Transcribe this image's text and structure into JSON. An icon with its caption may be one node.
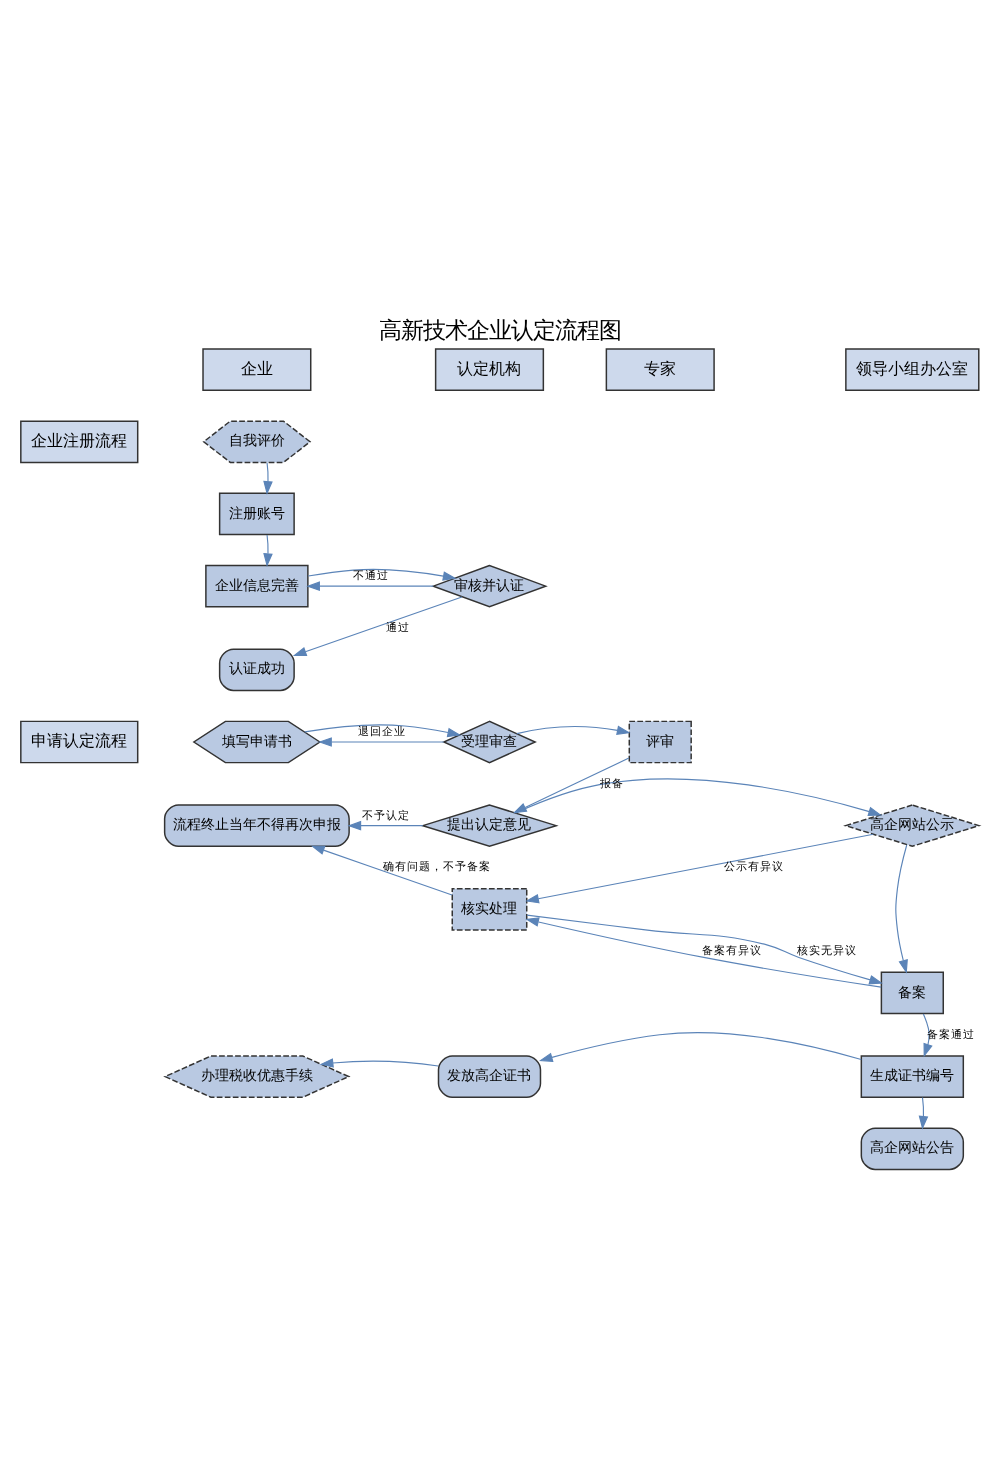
{
  "diagram": {
    "title": "高新技术企业认定流程图",
    "nodes": [
      {
        "text": [
          "企业"
        ]
      },
      {
        "text": [
          "认定机构"
        ]
      },
      {
        "text": [
          "专家"
        ]
      },
      {
        "text": [
          "领导小组办公室"
        ]
      },
      {
        "text": [
          "企业注册流程"
        ]
      },
      {
        "text": [
          "自我评价"
        ]
      },
      {
        "text": [
          "注册账号"
        ]
      },
      {
        "text": [
          "企业信息完善"
        ]
      },
      {
        "text": [
          "审核并认证"
        ]
      },
      {
        "text": [
          "认证成功"
        ]
      },
      {
        "text": [
          "申请认定流程"
        ]
      },
      {
        "text": [
          "填写申请书"
        ]
      },
      {
        "text": [
          "受理审查"
        ]
      },
      {
        "text": [
          "评审"
        ]
      },
      {
        "text": [
          "提出认定意见"
        ]
      },
      {
        "text": [
          "流程终止当年不得再次申报"
        ]
      },
      {
        "text": [
          "高企网站公示"
        ]
      },
      {
        "text": [
          "核实处理"
        ]
      },
      {
        "text": [
          "备案"
        ]
      },
      {
        "text": [
          "办理税收优惠手续"
        ]
      },
      {
        "text": [
          "发放高企证书"
        ]
      },
      {
        "text": [
          "生成证书编号"
        ]
      },
      {
        "text": [
          "高企网站公告"
        ]
      }
    ],
    "edges": [
      {
        "from": 5,
        "to": 6,
        "arrow": "to"
      },
      {
        "from": 6,
        "to": 7,
        "arrow": "to"
      },
      {
        "from": 7,
        "to": 8,
        "arrow": "to"
      },
      {
        "from": 8,
        "to": 7,
        "arrow": "to",
        "label": "不通过"
      },
      {
        "from": 8,
        "to": 9,
        "arrow": "to",
        "label": "通过"
      },
      {
        "from": 11,
        "to": 12,
        "arrow": "to"
      },
      {
        "from": 12,
        "to": 11,
        "arrow": "to",
        "label": "退回企业"
      },
      {
        "from": 12,
        "to": 13,
        "arrow": "to"
      },
      {
        "from": 13,
        "to": 14,
        "arrow": "to"
      },
      {
        "from": 14,
        "to": 15,
        "arrow": "to",
        "label": "不予认定"
      },
      {
        "from": 14,
        "to": 16,
        "arrow": "to",
        "label": "报备"
      },
      {
        "from": 16,
        "to": 17,
        "arrow": "to",
        "label": "公示有异议"
      },
      {
        "from": 17,
        "to": 15,
        "arrow": "to",
        "label": "确有问题，不予备案"
      },
      {
        "from": 17,
        "to": 18,
        "arrow": "to",
        "label": "核实无异议"
      },
      {
        "from": 16,
        "to": 18,
        "arrow": "to"
      },
      {
        "from": 18,
        "to": 17,
        "arrow": "to",
        "label": "备案有异议"
      },
      {
        "from": 18,
        "to": 21,
        "arrow": "to",
        "label": "备案通过"
      },
      {
        "from": 21,
        "to": 20,
        "arrow": "to"
      },
      {
        "from": 20,
        "to": 19,
        "arrow": "to"
      },
      {
        "from": 21,
        "to": 22,
        "arrow": "to"
      }
    ]
  }
}
